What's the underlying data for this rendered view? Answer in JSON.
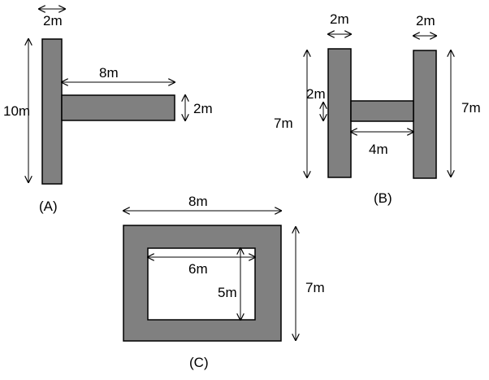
{
  "figures": {
    "a": {
      "caption": "(A)",
      "dimensions": {
        "top_width": "2m",
        "height": "10m",
        "arm_length": "8m",
        "arm_thickness": "2m"
      }
    },
    "b": {
      "caption": "(B)",
      "dimensions": {
        "left_width": "2m",
        "right_width": "2m",
        "left_height": "7m",
        "right_height": "7m",
        "bar_thickness": "2m",
        "bar_length": "4m"
      }
    },
    "c": {
      "caption": "(C)",
      "dimensions": {
        "outer_width": "8m",
        "outer_height": "7m",
        "inner_width": "6m",
        "inner_height": "5m"
      }
    }
  },
  "colors": {
    "fill": "#808080",
    "stroke": "#000000",
    "background": "#ffffff"
  }
}
